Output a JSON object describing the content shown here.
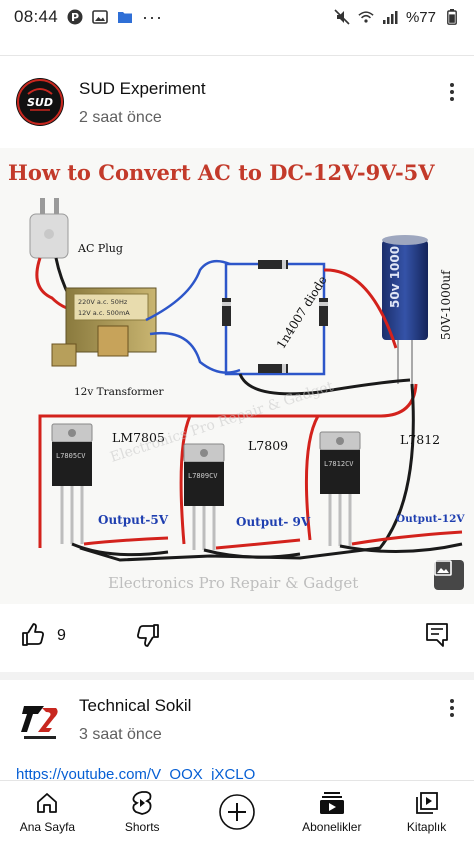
{
  "status": {
    "time": "08:44",
    "dots": "···",
    "battery": "%77"
  },
  "post": {
    "channel": "SUD Experiment",
    "timestamp": "2 saat önce",
    "avatar_text": "SUD",
    "likes": "9",
    "image": {
      "title": "How to Convert AC to DC-12V-9V-5V",
      "ac_plug": "AC Plug",
      "transformer": "12v Transformer",
      "transformer_rating_1": "220V a.c. 50Hz",
      "transformer_rating_2": "12V a.c. 500mA",
      "diode": "1n4007 diode",
      "capacitor": "50V-1000uf",
      "capacitor_print": "50v 1000",
      "reg1": "LM7805",
      "reg2": "L7809",
      "reg3": "L7812",
      "reg1_print": "L7805CV",
      "reg2_print": "L7809CV",
      "reg3_print": "L7812CV",
      "out1": "Output-5V",
      "out2": "Output- 9V",
      "out3": "Output-12V",
      "watermark": "Electronics Pro Repair & Gadget",
      "watermark_small": "Electronics Pro Repair & Gadget"
    }
  },
  "post2": {
    "channel": "Technical Sokil",
    "timestamp": "3 saat önce",
    "link_preview": "https://youtube.com/V_OOX_jXCLO"
  },
  "nav": {
    "home": "Ana Sayfa",
    "shorts": "Shorts",
    "subscriptions": "Abonelikler",
    "library": "Kitaplık"
  },
  "colors": {
    "accent_red": "#c8271f",
    "title_red": "#c33a2a",
    "output_blue": "#1f3fb0"
  }
}
